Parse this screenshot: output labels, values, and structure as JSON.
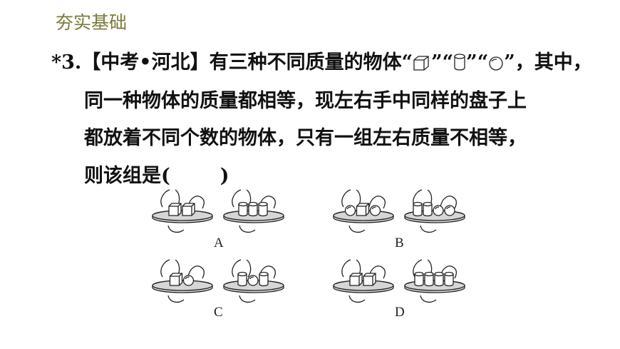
{
  "header": {
    "section_title": "夯实基础"
  },
  "question": {
    "number": "*3.",
    "source": "【中考•河北】",
    "line1_a": "有三种不同质量的物体“",
    "line1_b": "”“",
    "line1_c": "”",
    "line1_d": "“",
    "line1_e": "”，其中，",
    "line2": "同一种物体的质量都相等，现左右手中同样的盘子上",
    "line3": "都放着不同个数的物体，只有一组左右质量不相等，",
    "line4_a": "则该组是(",
    "line4_b": ")"
  },
  "icons": [
    "cube-icon",
    "cylinder-icon",
    "sphere-icon"
  ],
  "options": [
    {
      "label": "A",
      "left_items": [
        "cube",
        "cube"
      ],
      "right_items": [
        "cylinder",
        "cylinder",
        "cylinder"
      ]
    },
    {
      "label": "B",
      "left_items": [
        "sphere",
        "cube",
        "sphere"
      ],
      "right_items": [
        "cylinder",
        "cylinder",
        "sphere",
        "sphere"
      ]
    },
    {
      "label": "C",
      "left_items": [
        "cube",
        "sphere"
      ],
      "right_items": [
        "cylinder",
        "sphere",
        "cylinder"
      ]
    },
    {
      "label": "D",
      "left_items": [
        "cube",
        "cube"
      ],
      "right_items": [
        "cylinder",
        "cylinder",
        "cylinder",
        "cylinder"
      ]
    }
  ]
}
